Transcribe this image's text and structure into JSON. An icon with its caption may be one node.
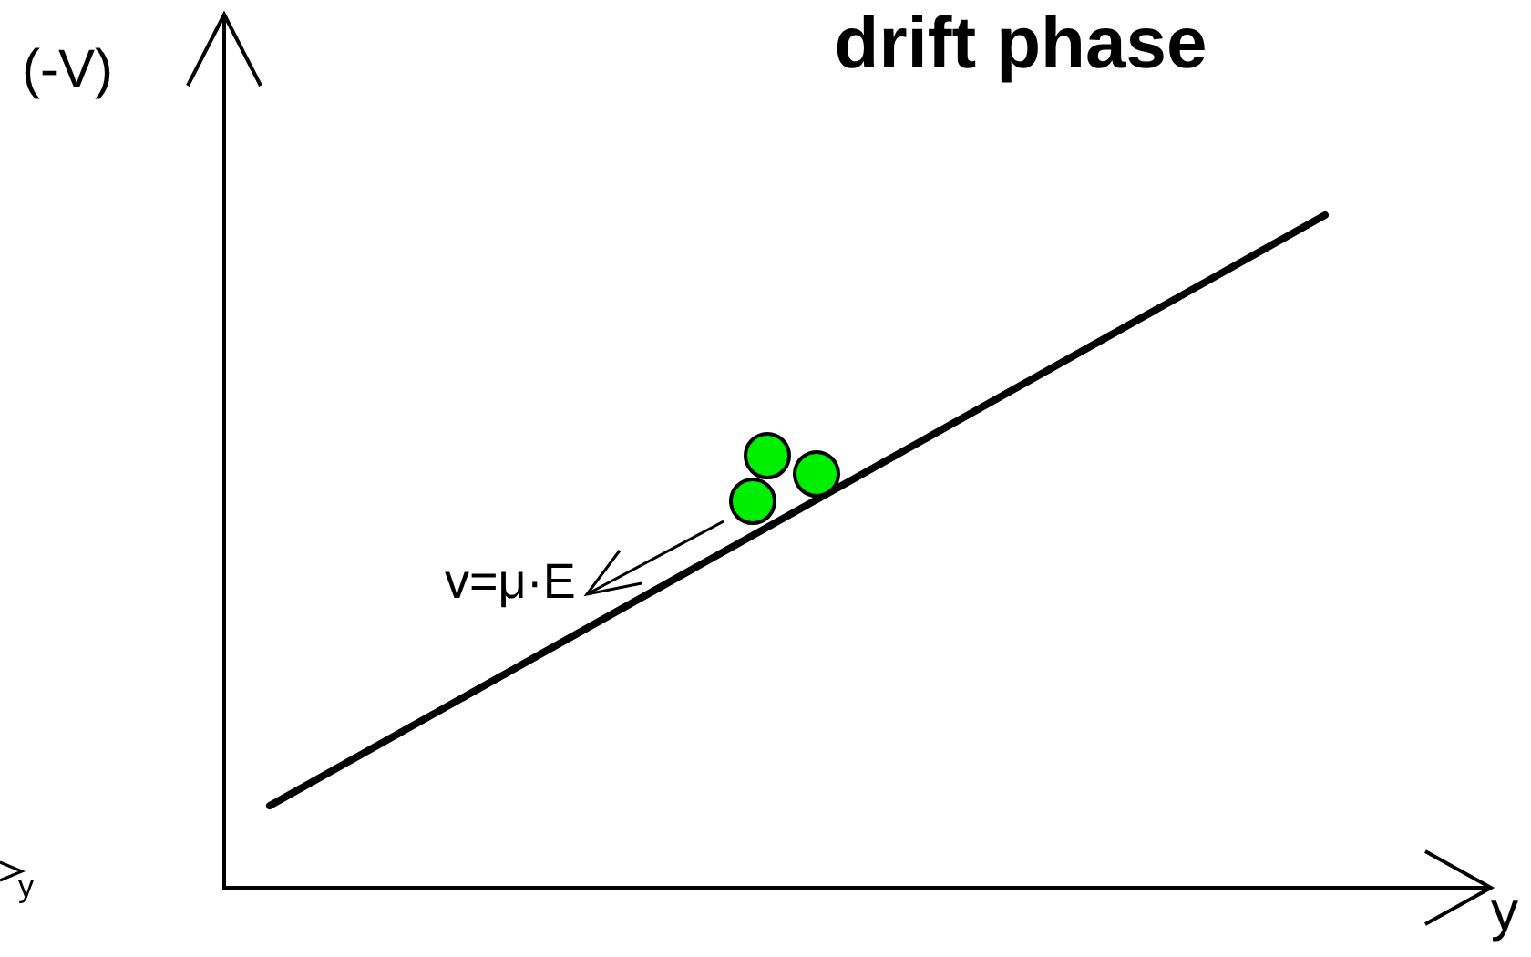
{
  "diagram": {
    "title": "drift phase",
    "labels": [
      "(-V)",
      "v=μ·E",
      "y",
      "y"
    ]
  }
}
